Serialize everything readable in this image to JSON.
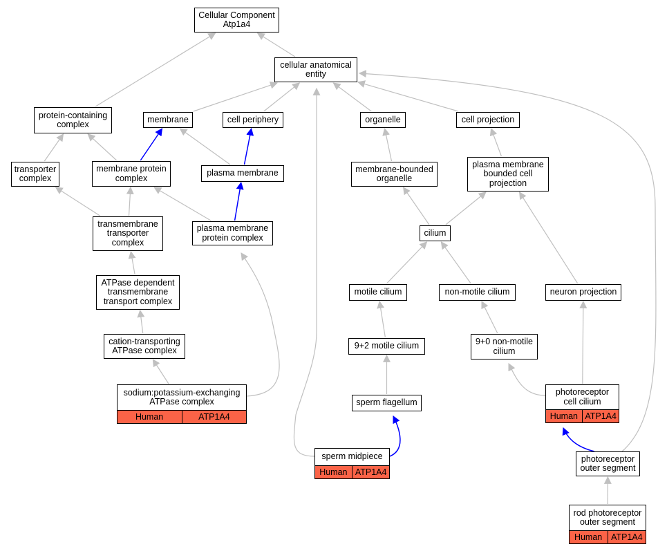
{
  "diagram": {
    "nodes": {
      "root": {
        "lines": [
          "Cellular Component",
          "Atp1a4"
        ]
      },
      "cae": {
        "lines": [
          "cellular anatomical",
          "entity"
        ]
      },
      "pcc": {
        "lines": [
          "protein-containing",
          "complex"
        ]
      },
      "membrane": {
        "lines": [
          "membrane"
        ]
      },
      "cellper": {
        "lines": [
          "cell periphery"
        ]
      },
      "organelle": {
        "lines": [
          "organelle"
        ]
      },
      "cellproj": {
        "lines": [
          "cell projection"
        ]
      },
      "transporter": {
        "lines": [
          "transporter",
          "complex"
        ]
      },
      "memprot": {
        "lines": [
          "membrane protein",
          "complex"
        ]
      },
      "plasmamem": {
        "lines": [
          "plasma membrane"
        ]
      },
      "mbo": {
        "lines": [
          "membrane-bounded",
          "organelle"
        ]
      },
      "pmbcp": {
        "lines": [
          "plasma membrane",
          "bounded cell",
          "projection"
        ]
      },
      "tmtc": {
        "lines": [
          "transmembrane",
          "transporter",
          "complex"
        ]
      },
      "pmpc": {
        "lines": [
          "plasma membrane",
          "protein complex"
        ]
      },
      "cilium": {
        "lines": [
          "cilium"
        ]
      },
      "atpdep": {
        "lines": [
          "ATPase dependent",
          "transmembrane",
          "transport complex"
        ]
      },
      "motile": {
        "lines": [
          "motile cilium"
        ]
      },
      "nonmotile": {
        "lines": [
          "non-motile cilium"
        ]
      },
      "neuronproj": {
        "lines": [
          "neuron projection"
        ]
      },
      "cation": {
        "lines": [
          "cation-transporting",
          "ATPase complex"
        ]
      },
      "ninetwo": {
        "lines": [
          "9+2 motile cilium"
        ]
      },
      "ninezero": {
        "lines": [
          "9+0 non-motile",
          "cilium"
        ]
      },
      "sodium": {
        "lines": [
          "sodium:potassium-exchanging",
          "ATPase complex"
        ],
        "annotation": [
          "Human",
          "ATP1A4"
        ]
      },
      "spermflag": {
        "lines": [
          "sperm flagellum"
        ]
      },
      "photocil": {
        "lines": [
          "photoreceptor",
          "cell cilium"
        ],
        "annotation": [
          "Human",
          "ATP1A4"
        ]
      },
      "spermmid": {
        "lines": [
          "sperm midpiece"
        ],
        "annotation": [
          "Human",
          "ATP1A4"
        ]
      },
      "photoouter": {
        "lines": [
          "photoreceptor",
          "outer segment"
        ]
      },
      "rodouter": {
        "lines": [
          "rod photoreceptor",
          "outer segment"
        ],
        "annotation": [
          "Human",
          "ATP1A4"
        ]
      }
    },
    "edges": [
      {
        "from": "cae",
        "to": "root",
        "type": "is_a"
      },
      {
        "from": "pcc",
        "to": "root",
        "type": "is_a"
      },
      {
        "from": "membrane",
        "to": "cae",
        "type": "is_a"
      },
      {
        "from": "cellper",
        "to": "cae",
        "type": "is_a"
      },
      {
        "from": "organelle",
        "to": "cae",
        "type": "is_a"
      },
      {
        "from": "cellproj",
        "to": "cae",
        "type": "is_a"
      },
      {
        "from": "spermmid",
        "to": "cae",
        "type": "is_a"
      },
      {
        "from": "photoouter",
        "to": "cae",
        "type": "is_a"
      },
      {
        "from": "transporter",
        "to": "pcc",
        "type": "is_a"
      },
      {
        "from": "memprot",
        "to": "pcc",
        "type": "is_a"
      },
      {
        "from": "memprot",
        "to": "membrane",
        "type": "part_of"
      },
      {
        "from": "plasmamem",
        "to": "membrane",
        "type": "is_a"
      },
      {
        "from": "plasmamem",
        "to": "cellper",
        "type": "part_of"
      },
      {
        "from": "mbo",
        "to": "organelle",
        "type": "is_a"
      },
      {
        "from": "pmbcp",
        "to": "cellproj",
        "type": "is_a"
      },
      {
        "from": "tmtc",
        "to": "transporter",
        "type": "is_a"
      },
      {
        "from": "tmtc",
        "to": "memprot",
        "type": "is_a"
      },
      {
        "from": "pmpc",
        "to": "memprot",
        "type": "is_a"
      },
      {
        "from": "pmpc",
        "to": "plasmamem",
        "type": "part_of"
      },
      {
        "from": "cilium",
        "to": "mbo",
        "type": "is_a"
      },
      {
        "from": "cilium",
        "to": "pmbcp",
        "type": "is_a"
      },
      {
        "from": "neuronproj",
        "to": "pmbcp",
        "type": "is_a"
      },
      {
        "from": "atpdep",
        "to": "tmtc",
        "type": "is_a"
      },
      {
        "from": "motile",
        "to": "cilium",
        "type": "is_a"
      },
      {
        "from": "nonmotile",
        "to": "cilium",
        "type": "is_a"
      },
      {
        "from": "cation",
        "to": "atpdep",
        "type": "is_a"
      },
      {
        "from": "ninetwo",
        "to": "motile",
        "type": "is_a"
      },
      {
        "from": "ninezero",
        "to": "nonmotile",
        "type": "is_a"
      },
      {
        "from": "sodium",
        "to": "cation",
        "type": "is_a"
      },
      {
        "from": "sodium",
        "to": "pmpc",
        "type": "is_a"
      },
      {
        "from": "spermflag",
        "to": "ninetwo",
        "type": "is_a"
      },
      {
        "from": "photocil",
        "to": "ninezero",
        "type": "is_a"
      },
      {
        "from": "photocil",
        "to": "neuronproj",
        "type": "is_a"
      },
      {
        "from": "spermmid",
        "to": "spermflag",
        "type": "part_of"
      },
      {
        "from": "photoouter",
        "to": "photocil",
        "type": "part_of"
      },
      {
        "from": "rodouter",
        "to": "photoouter",
        "type": "is_a"
      }
    ],
    "colors": {
      "is_a": "#c0c0c0",
      "part_of": "#0000ff",
      "annotation_fill": "#fb6347"
    }
  }
}
